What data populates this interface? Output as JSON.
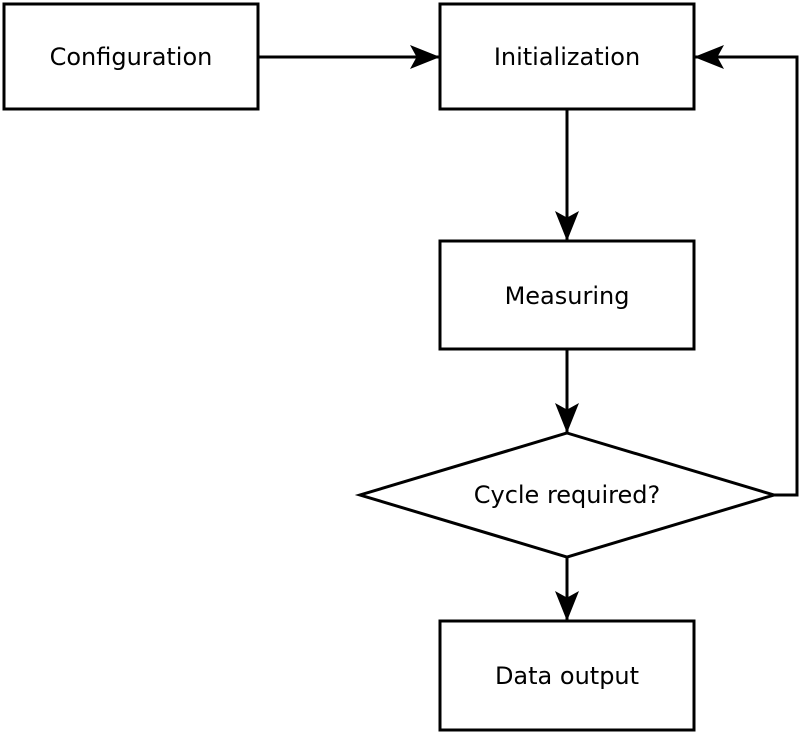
{
  "diagram": {
    "type": "flowchart",
    "colors": {
      "background": "#ffffff",
      "node_fill": "#ffffff",
      "stroke": "#000000",
      "text": "#000000"
    },
    "nodes": [
      {
        "id": "configuration",
        "shape": "rectangle",
        "label": "Configuration"
      },
      {
        "id": "initialization",
        "shape": "rectangle",
        "label": "Initialization"
      },
      {
        "id": "measuring",
        "shape": "rectangle",
        "label": "Measuring"
      },
      {
        "id": "cycle-required",
        "shape": "diamond",
        "label": "Cycle required?"
      },
      {
        "id": "data-output",
        "shape": "rectangle",
        "label": "Data output"
      }
    ],
    "edges": [
      {
        "from": "configuration",
        "to": "initialization",
        "style": "arrow"
      },
      {
        "from": "initialization",
        "to": "measuring",
        "style": "arrow"
      },
      {
        "from": "measuring",
        "to": "cycle-required",
        "style": "arrow"
      },
      {
        "from": "cycle-required",
        "to": "data-output",
        "style": "arrow"
      },
      {
        "from": "cycle-required",
        "to": "initialization",
        "style": "arrow",
        "kind": "feedback-loop"
      }
    ]
  }
}
